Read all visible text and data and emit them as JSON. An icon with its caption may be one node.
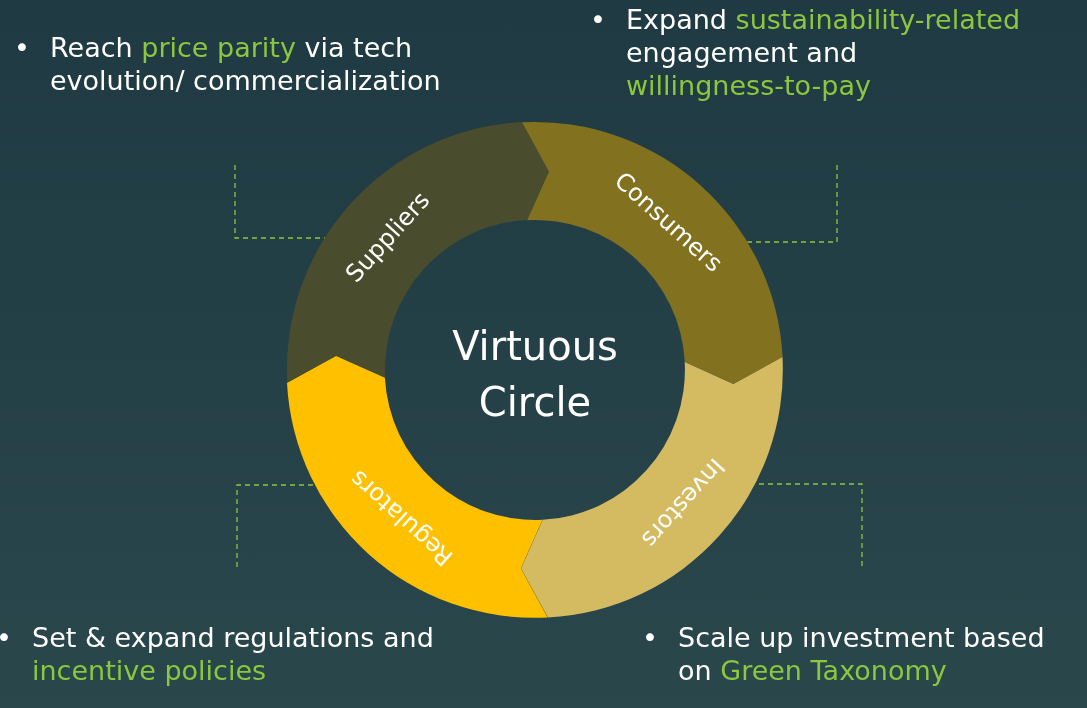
{
  "diagram": {
    "nodes": [
      {
        "text": [
          "•",
          "Reach **price parity** via tech evolution/ commercialization"
        ]
      },
      {
        "text": [
          "•",
          "Expand **sustainability-related** engagement and **willingness-to-pay**"
        ]
      },
      {
        "text": [
          "Suppliers"
        ]
      },
      {
        "text": [
          "Consumers"
        ]
      },
      {
        "text": [
          "Investors"
        ]
      },
      {
        "text": [
          "Regulators"
        ]
      },
      {
        "text": [
          "•",
          "Set & expand regulations and **incentive policies**"
        ]
      },
      {
        "text": [
          "•",
          "Scale up investment based on **Green Taxonomy**"
        ]
      }
    ],
    "edges": [
      {
        "from": 0,
        "to": 2,
        "arrow": "none",
        "style": "dashed"
      },
      {
        "from": 1,
        "to": 3,
        "arrow": "none",
        "style": "dashed"
      },
      {
        "from": 6,
        "to": 5,
        "arrow": "none",
        "style": "dashed"
      },
      {
        "from": 7,
        "to": 4,
        "arrow": "none",
        "style": "dashed"
      }
    ],
    "labels": [
      "Virtuous Circle"
    ]
  }
}
